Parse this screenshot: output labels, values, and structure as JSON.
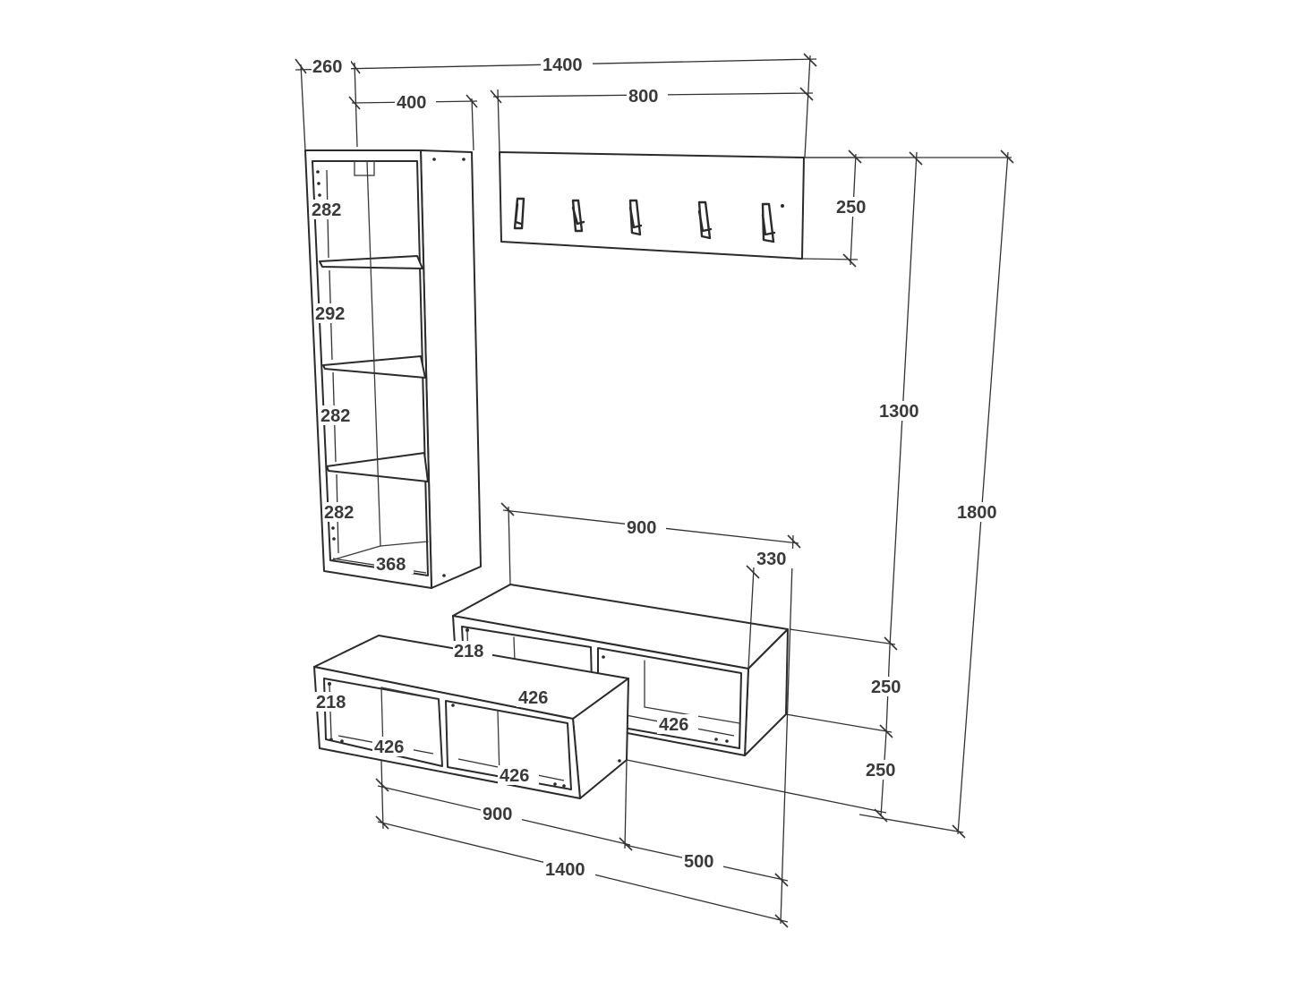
{
  "diagram": {
    "shelf_unit": {
      "depth_label": "260",
      "width_label": "400",
      "compartments": [
        "282",
        "292",
        "282",
        "282"
      ],
      "inner_width_label": "368"
    },
    "overall_width_top_label": "1400",
    "coat_rack": {
      "width_label": "800",
      "height_label": "250",
      "hook_count": 5
    },
    "vertical_dims": {
      "rack_bottom_to_floor_label": "1300",
      "total_height_label": "1800",
      "upper_cabinet_height_label": "250",
      "lower_cabinet_height_label": "250"
    },
    "upper_cabinet": {
      "width_label": "900",
      "depth_label": "330",
      "inner_height_label": "218",
      "left_inner_width_label": "426",
      "right_inner_width_label": "426"
    },
    "lower_cabinet": {
      "inner_height_label": "218",
      "left_inner_width_label": "426",
      "right_inner_width_label": "426",
      "width_label": "900",
      "offset_label": "500",
      "overall_width_label": "1400"
    }
  }
}
